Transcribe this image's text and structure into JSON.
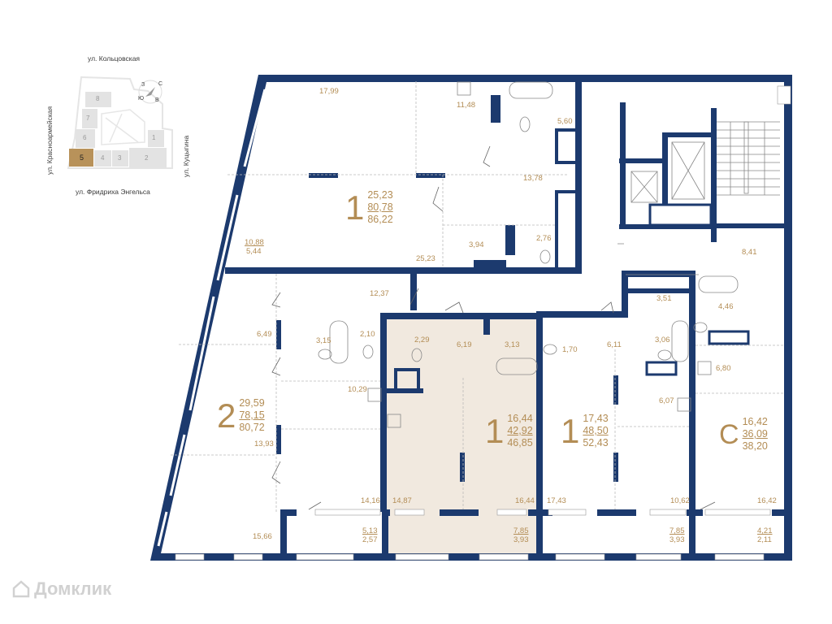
{
  "colors": {
    "wall": "#1c3a6e",
    "label": "#b38d55",
    "highlight": "#f1e9df",
    "site_highlight": "#b8925a",
    "building": "#e3e3e3"
  },
  "site_plan": {
    "streets": {
      "north": "ул. Кольцовская",
      "west": "ул. Красноармейская",
      "east": "ул. Куцыгина",
      "south": "ул. Фридриха Энгельса"
    },
    "compass": {
      "n": "С",
      "e": "В",
      "s": "Ю",
      "w": "З"
    },
    "buildings": [
      "1",
      "2",
      "3",
      "4",
      "5",
      "6",
      "7",
      "8"
    ],
    "selected_building": "5"
  },
  "apartments": [
    {
      "type": "1",
      "living": "25,23",
      "total": "80,78",
      "total_with_balcony": "86,22",
      "rooms": [
        "17,99",
        "11,48",
        "5,60",
        "13,78",
        "3,94",
        "2,76",
        "25,23"
      ],
      "balcony": {
        "area": "10,88",
        "reduced": "5,44"
      }
    },
    {
      "type": "2",
      "living": "29,59",
      "total": "78,15",
      "total_with_balcony": "80,72",
      "rooms": [
        "12,37",
        "6,49",
        "3,15",
        "2,10",
        "10,29",
        "13,93",
        "14,16",
        "15,66"
      ],
      "balcony": {
        "area": "5,13",
        "reduced": "2,57"
      }
    },
    {
      "type": "1",
      "living": "16,44",
      "total": "42,92",
      "total_with_balcony": "46,85",
      "highlighted": true,
      "rooms": [
        "2,29",
        "6,19",
        "3,13",
        "14,87",
        "16,44"
      ],
      "balcony": {
        "area": "7,85",
        "reduced": "3,93"
      }
    },
    {
      "type": "1",
      "living": "17,43",
      "total": "48,50",
      "total_with_balcony": "52,43",
      "rooms": [
        "1,70",
        "6,11",
        "3,06",
        "6,07",
        "17,43",
        "10,62"
      ],
      "balcony": {
        "area": "7,85",
        "reduced": "3,93"
      }
    },
    {
      "type": "С",
      "living": "16,42",
      "total": "36,09",
      "total_with_balcony": "38,20",
      "rooms": [
        "8,41",
        "3,51",
        "4,46",
        "6,80",
        "16,42"
      ],
      "balcony": {
        "area": "4,21",
        "reduced": "2,11"
      }
    }
  ],
  "watermark": {
    "text": "Домклик",
    "icon": "house-icon"
  }
}
